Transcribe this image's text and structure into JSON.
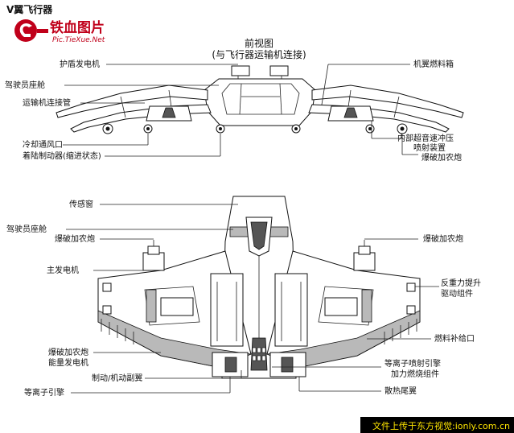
{
  "header": {
    "title_partial": "V翼飞行器",
    "watermark_cn": "铁血图片",
    "watermark_url": "Pic.TieXue.Net"
  },
  "front_view": {
    "title_line1": "前视图",
    "title_line2": "(与飞行器运输机连接)",
    "labels": {
      "shield_gen": "护盾发电机",
      "cockpit": "驾驶员座舱",
      "transport_link": "运输机连接管",
      "cooling_vent": "冷却通风口",
      "landing_brake": "着陆制动器(缩进状态)",
      "wing_fuel_tank": "机翼燃料箱",
      "ramjet_line1": "内部超音速冲压",
      "ramjet_line2": "喷射装置",
      "blaster_cannon": "爆破加农炮"
    }
  },
  "top_view": {
    "labels": {
      "sensor_window": "传感窗",
      "cockpit": "驾驶员座舱",
      "blaster_cannon_left": "爆破加农炮",
      "main_generator": "主发电机",
      "blaster_energy_line1": "爆破加农炮",
      "blaster_energy_line2": "能量发电机",
      "control_flaps": "制动/机动副翼",
      "ion_engine": "等离子引擎",
      "blaster_cannon_right": "爆破加农炮",
      "antigrav_line1": "反重力提升",
      "antigrav_line2": "驱动组件",
      "fuel_port": "燃料补给口",
      "ion_jet_line1": "等离子喷射引擎",
      "ion_jet_line2": "加力燃烧组件",
      "heat_tail": "散热尾翼"
    }
  },
  "footer": {
    "text": "文件上传于东方视觉:ionly.com.cn"
  }
}
